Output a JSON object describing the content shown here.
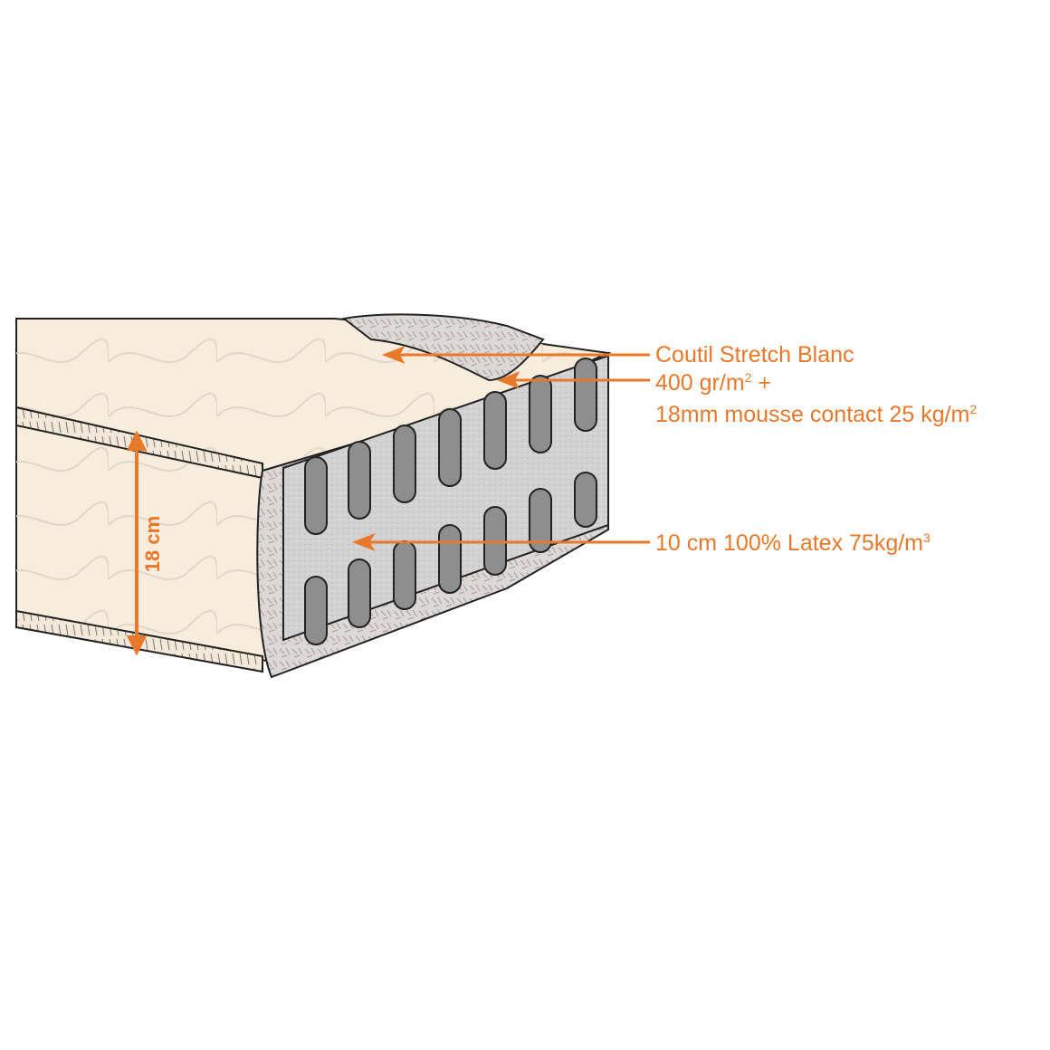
{
  "diagram": {
    "title": "Mattress cross-section",
    "accent_color": "#e8782a",
    "fabric_color": "#f8ecdc",
    "latex_color": "#cfcfcf",
    "dimension": {
      "label": "18 cm"
    },
    "callouts": [
      {
        "id": "cover",
        "text": "Coutil Stretch Blanc"
      },
      {
        "id": "padding_line1",
        "text": "400 gr/m",
        "sup": "2",
        "suffix": " +"
      },
      {
        "id": "padding_line2",
        "text": "18mm mousse contact 25 kg/m",
        "sup": "2"
      },
      {
        "id": "core",
        "text": "10 cm 100% Latex 75kg/m",
        "sup": "3"
      }
    ]
  }
}
